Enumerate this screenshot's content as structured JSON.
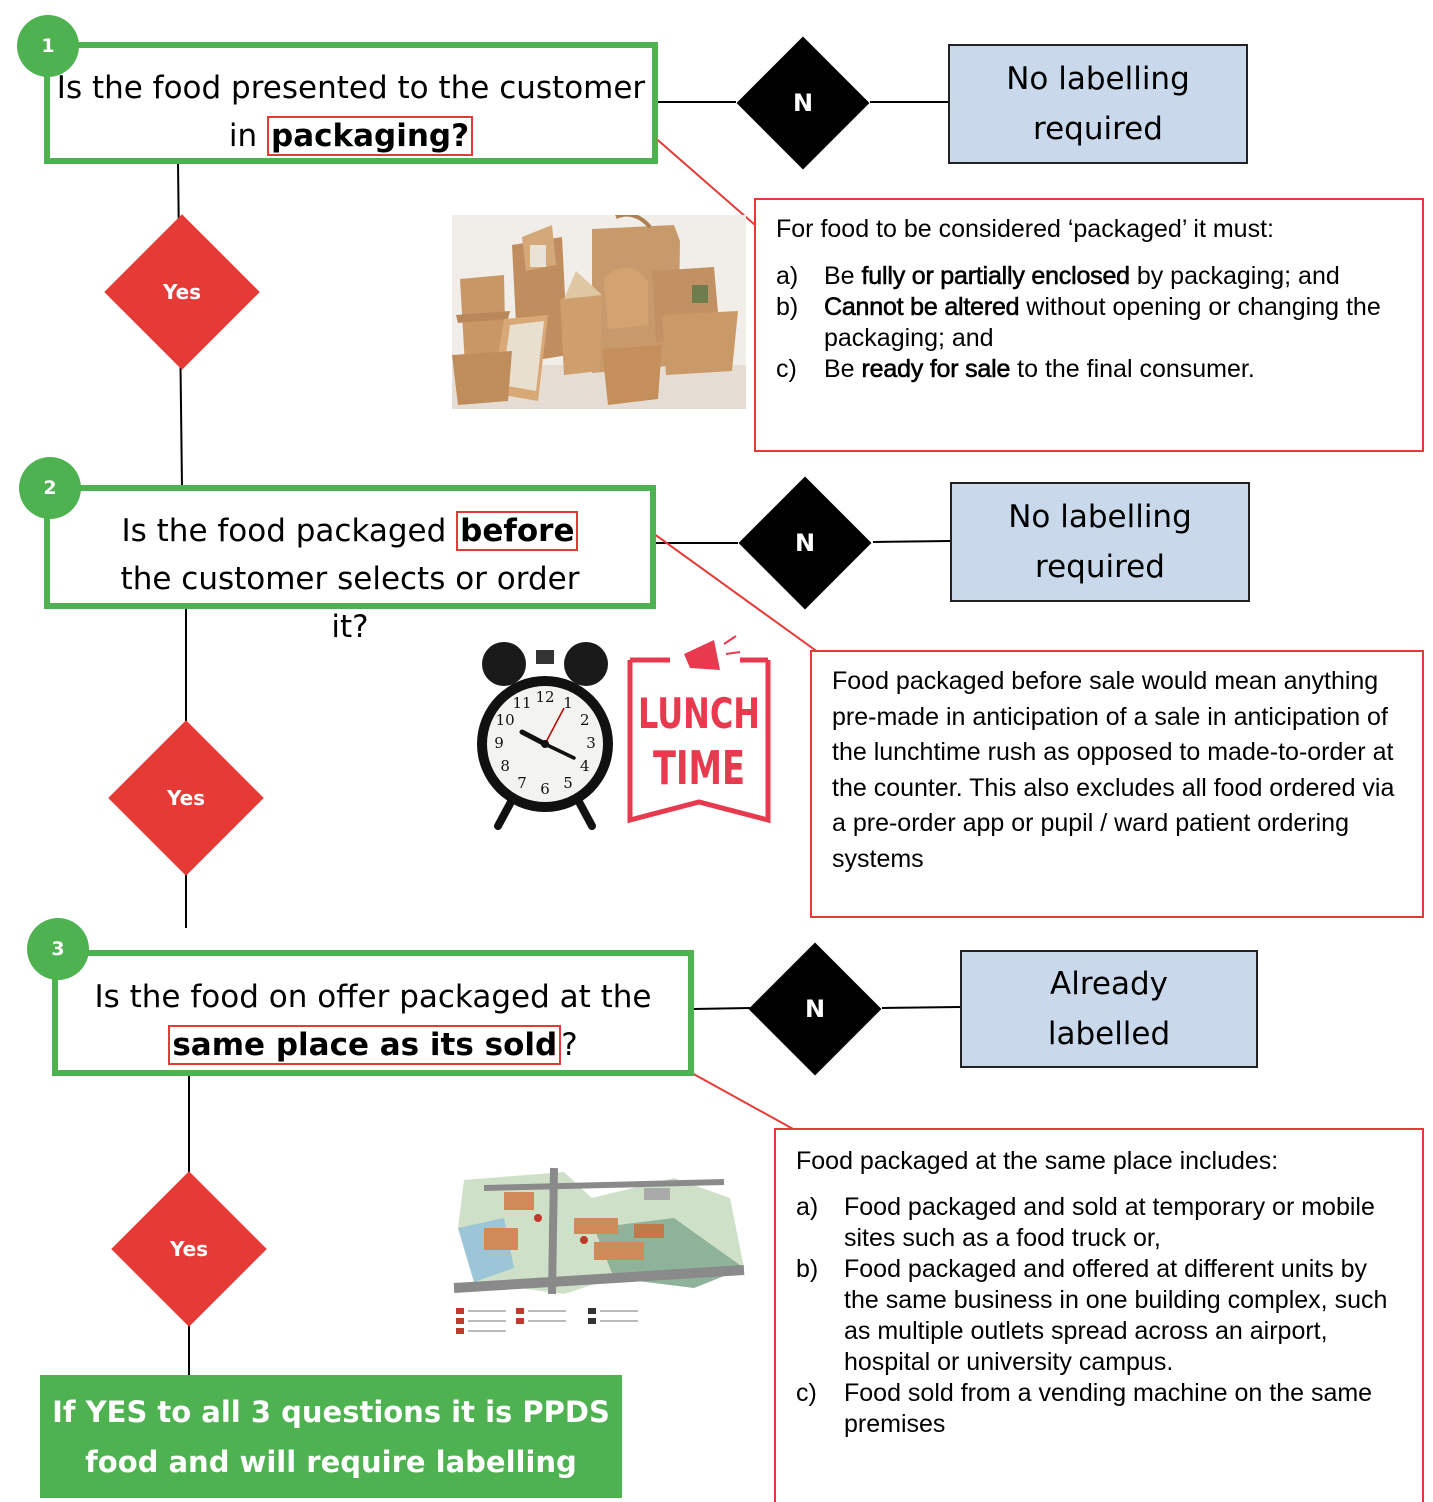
{
  "steps": [
    {
      "number": "1",
      "question_before": "Is the food presented to the customer in ",
      "question_highlight": "packaging?",
      "question_after": "",
      "yes_label": "Yes",
      "no_label": "N",
      "no_outcome": [
        "No labelling",
        "required"
      ]
    },
    {
      "number": "2",
      "question_before": "Is the food packaged ",
      "question_highlight": "before",
      "question_after": " the customer selects or order it?",
      "yes_label": "Yes",
      "no_label": "N",
      "no_outcome": [
        "No labelling",
        "required"
      ]
    },
    {
      "number": "3",
      "question_before": "Is the food on offer packaged at the ",
      "question_highlight": "same place as its sold",
      "question_after": "?",
      "yes_label": "Yes",
      "no_label": "N",
      "no_outcome": [
        "Already",
        "labelled"
      ]
    }
  ],
  "notes": {
    "packaged": {
      "intro": "For food to be considered ‘packaged’ it must:",
      "items": [
        {
          "marker": "a)",
          "pre": "Be ",
          "key": "fully or partially enclosed",
          "post": " by packaging; and"
        },
        {
          "marker": "b)",
          "pre": "",
          "key": "Cannot be altered",
          "post": " without opening or changing the packaging; and"
        },
        {
          "marker": "c)",
          "pre": "Be ",
          "key": "ready for sale",
          "post": " to the final consumer."
        }
      ]
    },
    "before_sale": {
      "text": "Food packaged before sale would mean anything pre-made in anticipation of a sale in anticipation of the lunchtime rush as opposed to made-to-order at the counter. This also excludes all food ordered via a pre-order app or pupil / ward patient ordering systems"
    },
    "same_place": {
      "intro": "Food packaged at the same place includes:",
      "items": [
        {
          "marker": "a)",
          "text": "Food packaged and sold at temporary or mobile sites such as a food truck or,"
        },
        {
          "marker": "b)",
          "text": "Food packaged and offered at different units by the same business in one building complex, such as multiple outlets spread across an airport, hospital or university campus."
        },
        {
          "marker": "c)",
          "text": "Food sold from a vending machine on the same premises"
        }
      ]
    }
  },
  "images": {
    "lunch_sign": [
      "LUNCH",
      "TIME"
    ],
    "clock_numbers": [
      "12",
      "1",
      "2",
      "3",
      "4",
      "5",
      "6",
      "7",
      "8",
      "9",
      "10",
      "11"
    ]
  },
  "conclusion": [
    "If YES to all 3 questions it is PPDS",
    "food and will require labelling"
  ],
  "colors": {
    "green": "#4db24f",
    "red": "#e53a35",
    "outcome_blue": "#c9d8ea",
    "black": "#000000"
  }
}
